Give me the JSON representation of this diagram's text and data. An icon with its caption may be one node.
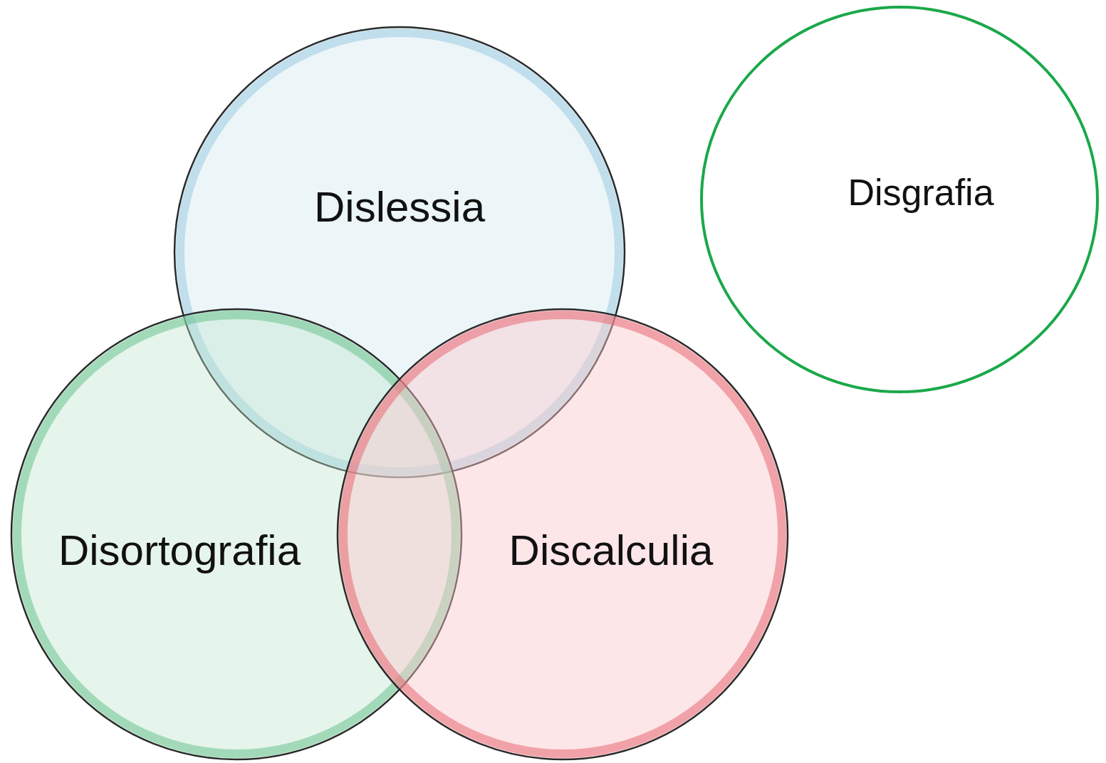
{
  "diagram": {
    "nodes": [
      {
        "text": [
          "Dislessia"
        ]
      },
      {
        "text": [
          "Disgrafia"
        ]
      },
      {
        "text": [
          "Disortografia"
        ]
      },
      {
        "text": [
          "Discalculia"
        ]
      }
    ]
  }
}
